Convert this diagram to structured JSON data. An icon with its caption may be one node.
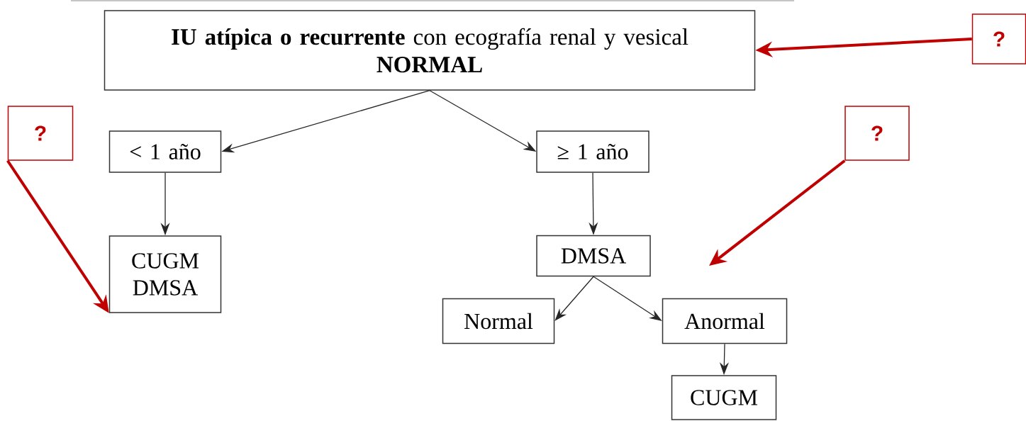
{
  "diagram": {
    "nodes": [
      {
        "text": [
          "**IU atípica o recurrente** con ecografía renal y vesical",
          "NORMAL"
        ]
      },
      {
        "text": [
          "< 1 año"
        ]
      },
      {
        "text": [
          "≥ 1 año"
        ]
      },
      {
        "text": [
          "CUGM DMSA"
        ]
      },
      {
        "text": [
          "DMSA"
        ]
      },
      {
        "text": [
          "Normal"
        ]
      },
      {
        "text": [
          "Anormal"
        ]
      },
      {
        "text": [
          "CUGM"
        ]
      },
      {
        "text": [
          "?"
        ]
      },
      {
        "text": [
          "?"
        ]
      },
      {
        "text": [
          "?"
        ]
      }
    ],
    "edges": [
      {
        "from": 0,
        "to": 1,
        "arrow": "to"
      },
      {
        "from": 0,
        "to": 2,
        "arrow": "to"
      },
      {
        "from": 1,
        "to": 3,
        "arrow": "to"
      },
      {
        "from": 2,
        "to": 4,
        "arrow": "to"
      },
      {
        "from": 4,
        "to": 5,
        "arrow": "to"
      },
      {
        "from": 4,
        "to": 6,
        "arrow": "to"
      },
      {
        "from": 6,
        "to": 7,
        "arrow": "to"
      },
      {
        "from": 8,
        "to": 0,
        "arrow": "to",
        "style": "thick",
        "color": "#c00000"
      },
      {
        "from": 9,
        "to": 3,
        "arrow": "to",
        "style": "thick",
        "color": "#c00000"
      },
      {
        "from": 10,
        "to": null,
        "arrow": "to",
        "style": "thick",
        "color": "#c00000"
      }
    ]
  }
}
